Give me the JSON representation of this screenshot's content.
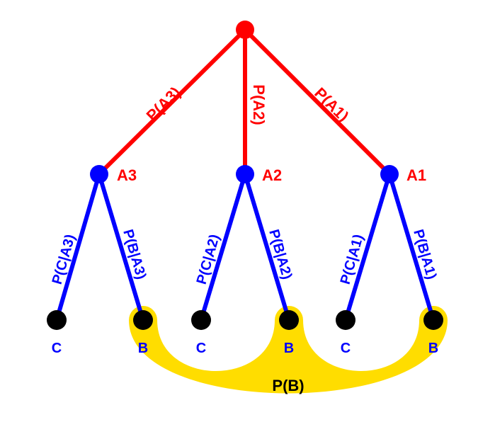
{
  "colors": {
    "root": "#ff0000",
    "mid": "#0000ff",
    "leaf": "#000000",
    "highlight": "#ffdd00",
    "highlight_text": "#000000"
  },
  "root_branches": [
    {
      "label": "P(A3)"
    },
    {
      "label": "P(A2)"
    },
    {
      "label": "P(A1)"
    }
  ],
  "mid_nodes": [
    {
      "label": "A3"
    },
    {
      "label": "A2"
    },
    {
      "label": "A1"
    }
  ],
  "sub_branches": [
    {
      "c_label": "P(C|A3)",
      "b_label": "P(B|A3)"
    },
    {
      "c_label": "P(C|A2)",
      "b_label": "P(B|A2)"
    },
    {
      "c_label": "P(C|A1)",
      "b_label": "P(B|A1)"
    }
  ],
  "leaves": [
    {
      "label": "C"
    },
    {
      "label": "B"
    },
    {
      "label": "C"
    },
    {
      "label": "B"
    },
    {
      "label": "C"
    },
    {
      "label": "B"
    }
  ],
  "highlight": {
    "label": "P(B)"
  }
}
